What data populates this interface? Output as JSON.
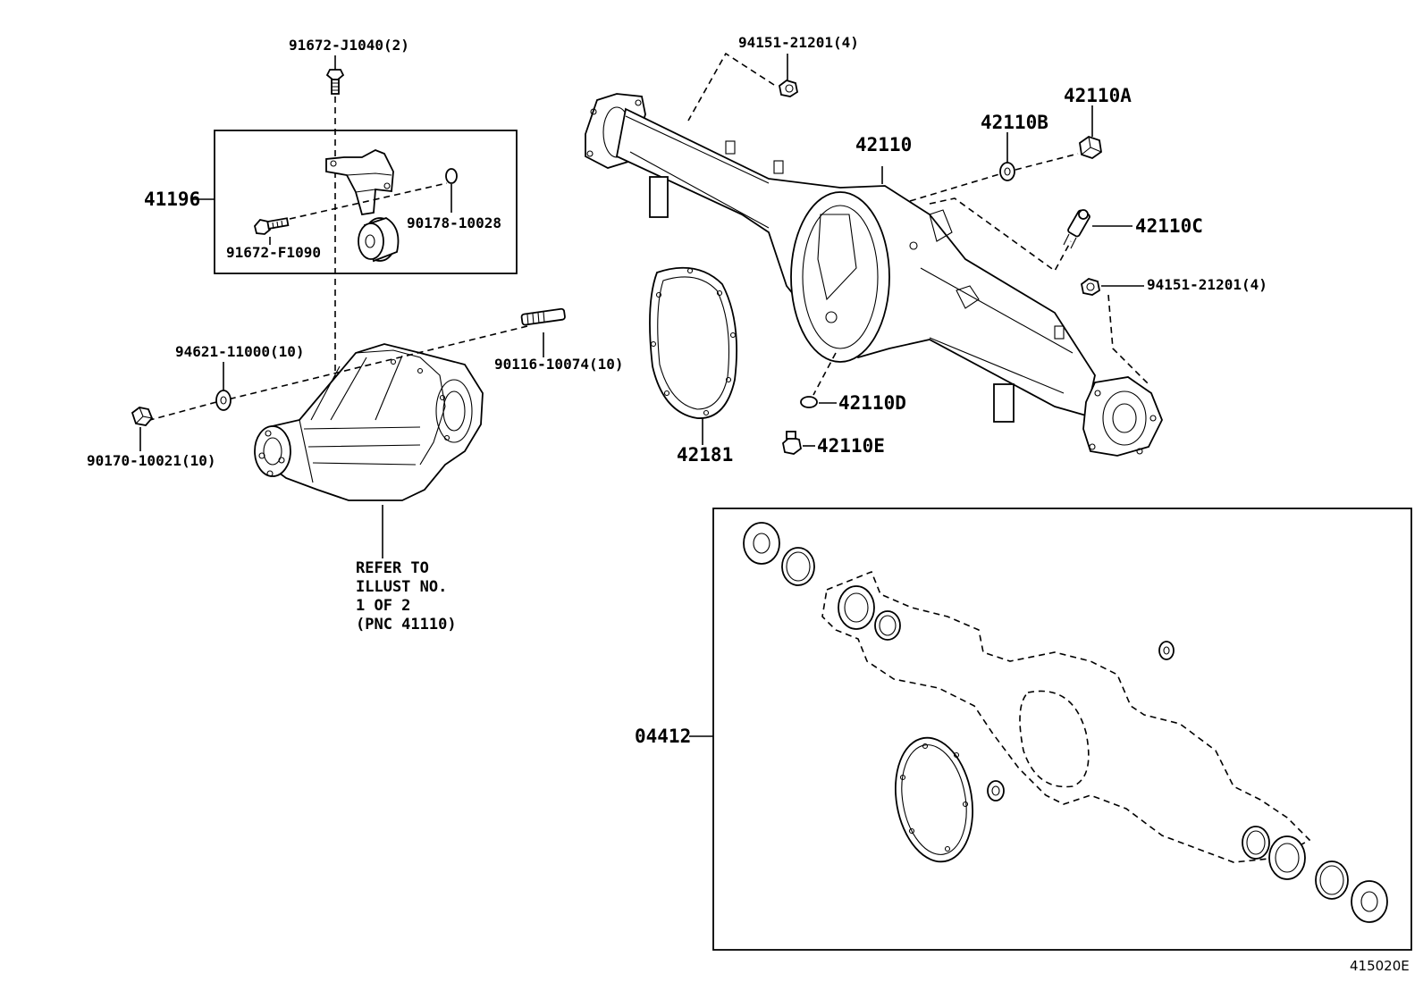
{
  "labels": {
    "bolt_top": "91672-J1040(2)",
    "bracket_assy": "41196",
    "bolt_side": "91672-F1090",
    "washer_side": "90178-10028",
    "washer_main": "94621-11000(10)",
    "nut_main": "90170-10021(10)",
    "stud": "90116-10074(10)",
    "nut_top": "94151-21201(4)",
    "housing": "42110",
    "washer_b": "42110B",
    "plug_a": "42110A",
    "breather_c": "42110C",
    "nut_right": "94151-21201(4)",
    "gasket": "42181",
    "washer_d": "42110D",
    "plug_e": "42110E",
    "gasket_kit": "04412"
  },
  "refer_note": [
    "REFER TO",
    "ILLUST NO.",
    "1 OF 2",
    "(PNC 41110)"
  ],
  "figure_number": "415020E"
}
